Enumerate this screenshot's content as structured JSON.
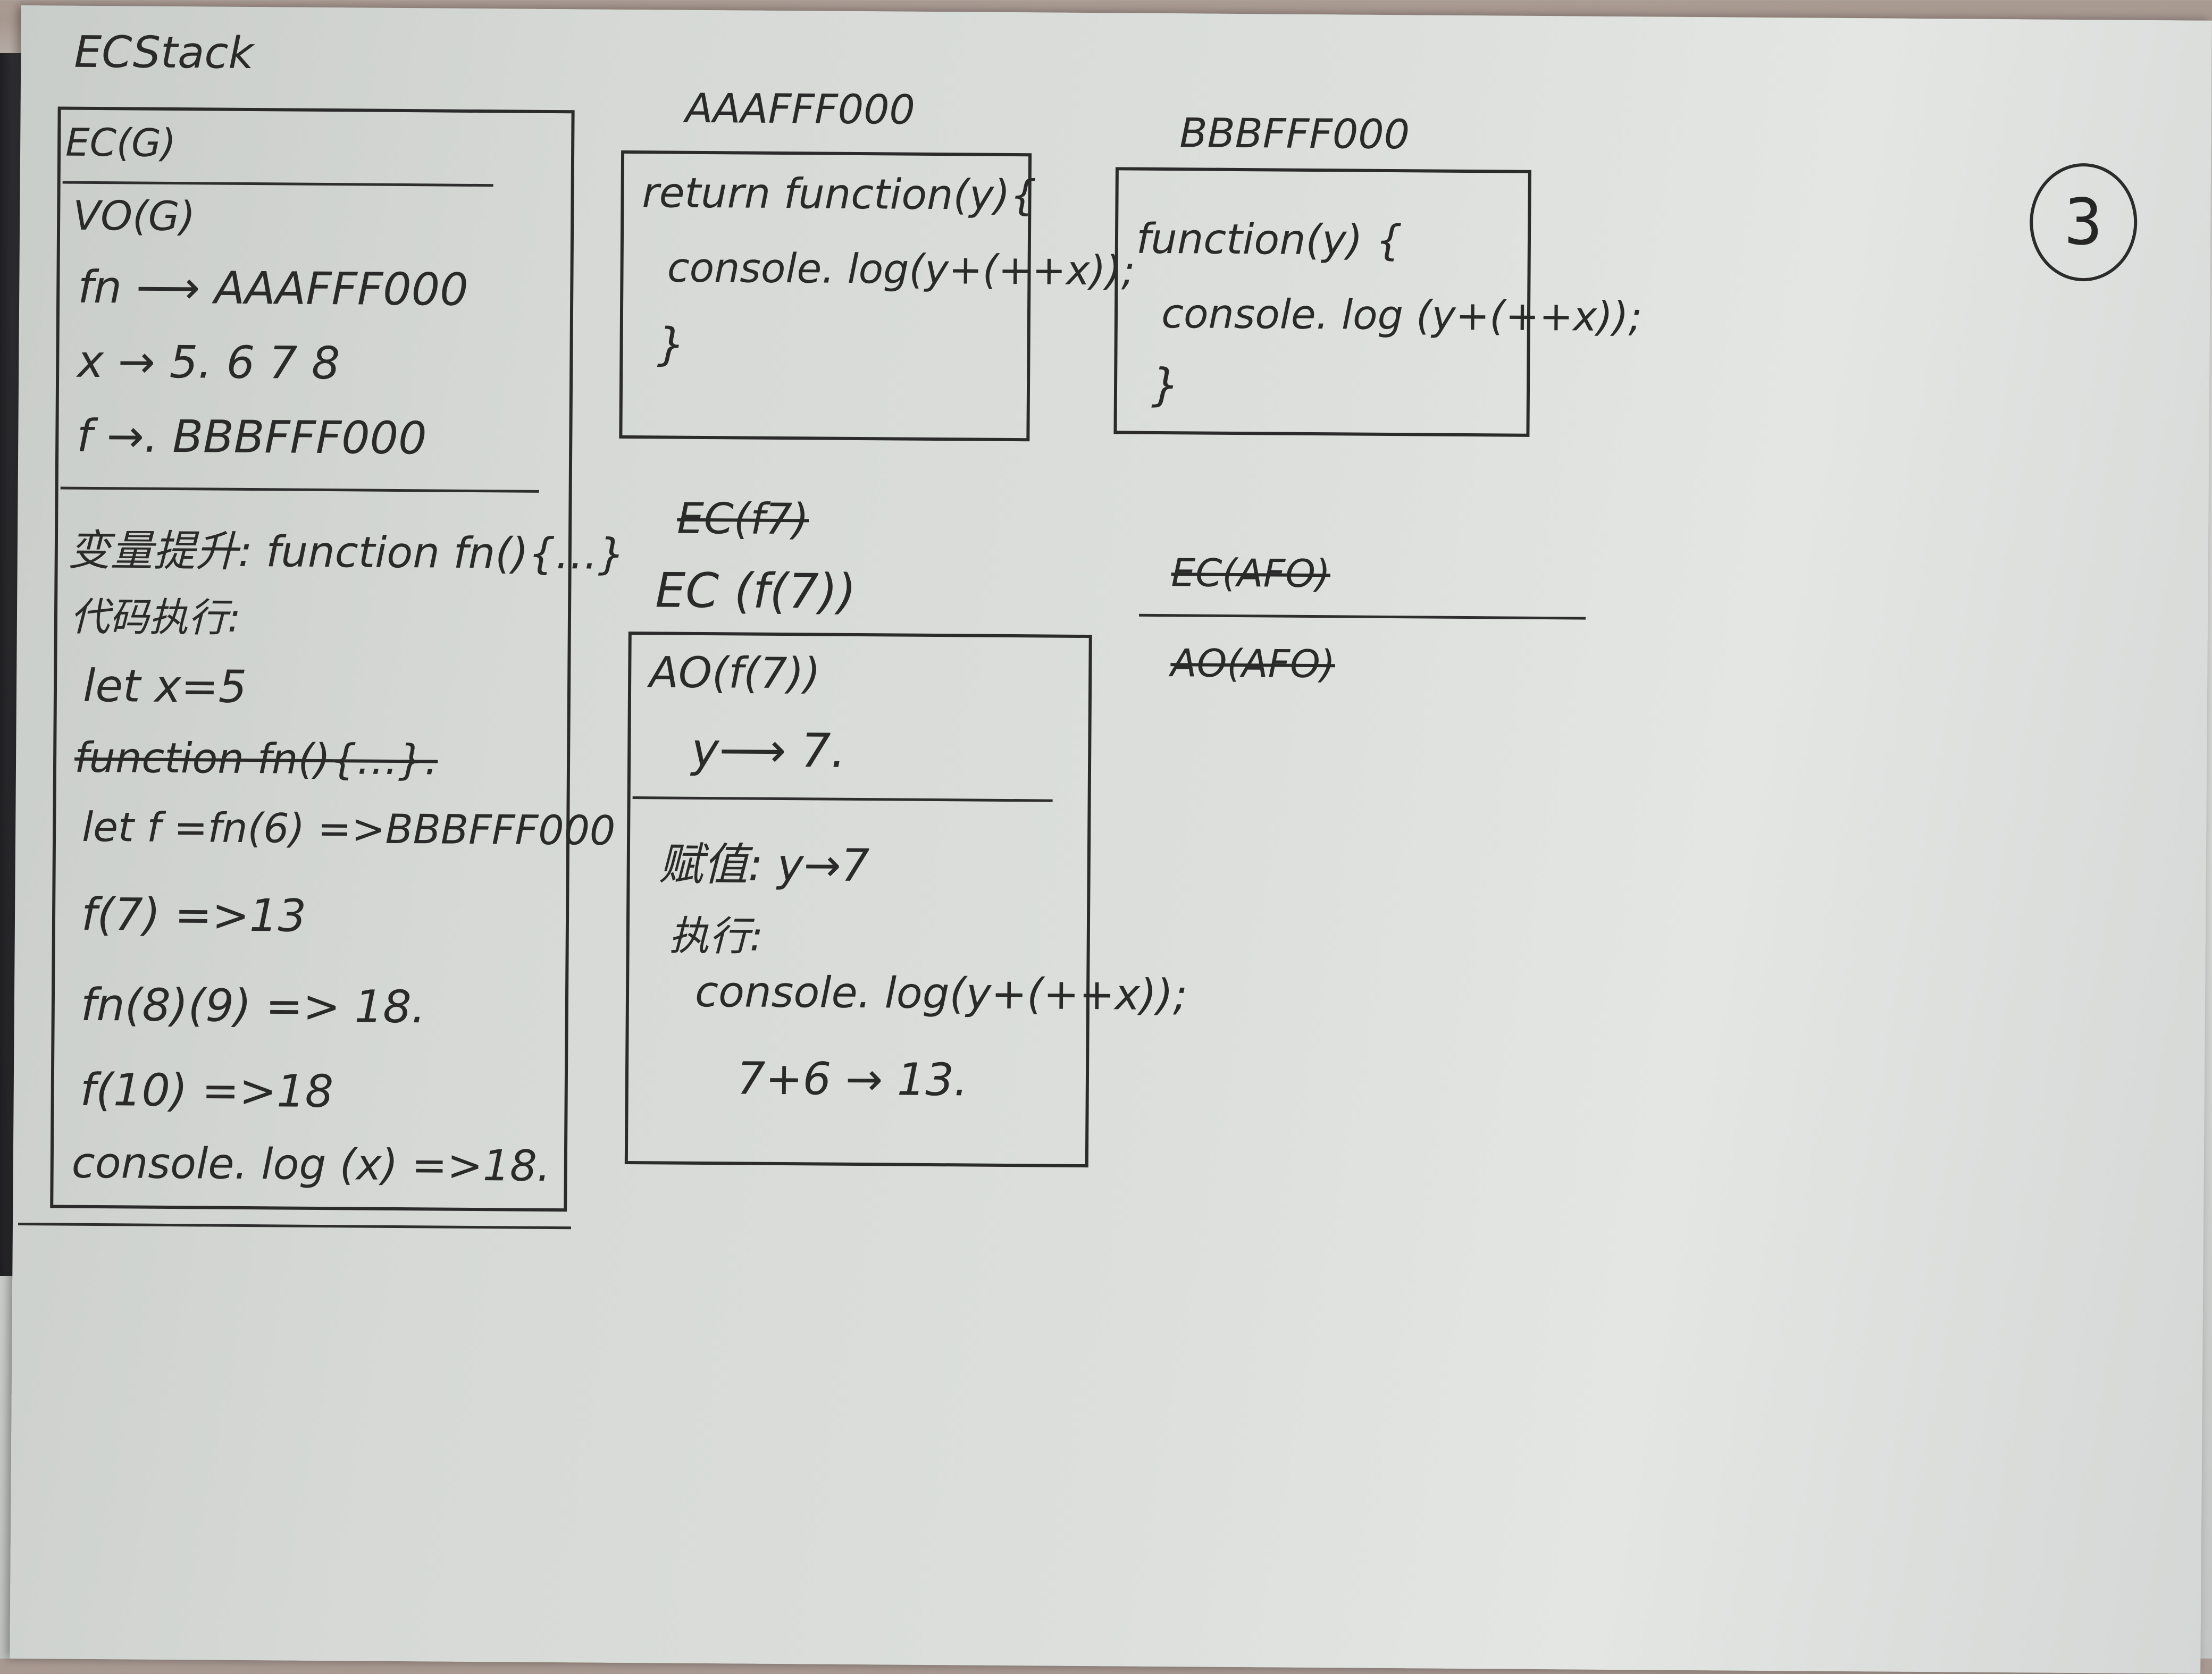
{
  "page_number": "3",
  "ecstack": {
    "title": "ECStack",
    "global_context_label": "EC(G)",
    "vo_label": "VO(G)",
    "vo_rows": [
      "fn ⟶ AAAFFF000",
      "x → 5. 6 7 8",
      "f →. BBBFFF000"
    ],
    "hoisting": "变量提升: function fn(){…}",
    "exec_heading": "代码执行:",
    "code_lines": [
      "let  x=5",
      "function fn(){…}.",
      "let f =fn(6) =>BBBFFF000",
      "f(7)    =>13",
      "fn(8)(9) => 18.",
      "f(10)    =>18",
      "console. log (x) =>18."
    ]
  },
  "heap_a": {
    "address": "AAAFFF000",
    "lines": [
      "return function(y){",
      "  console. log(y+(++x));",
      "}"
    ]
  },
  "heap_b": {
    "address": "BBBFFF000",
    "lines": [
      "function(y) {",
      "  console. log (y+(++x));",
      "}"
    ]
  },
  "ec_f7": {
    "struck_label": "EC(f7)",
    "label": "EC (f(7))",
    "ao_label": "AO(f(7))",
    "ao_row": "y⟶ 7.",
    "assign": "赋值: y→7",
    "exec_heading": "执行:",
    "exec_lines": [
      "console. log(y+(++x));",
      "7+6 → 13."
    ]
  },
  "struck_notes": {
    "ec": "EC(AFO)",
    "ao": "AO(AFO)"
  }
}
